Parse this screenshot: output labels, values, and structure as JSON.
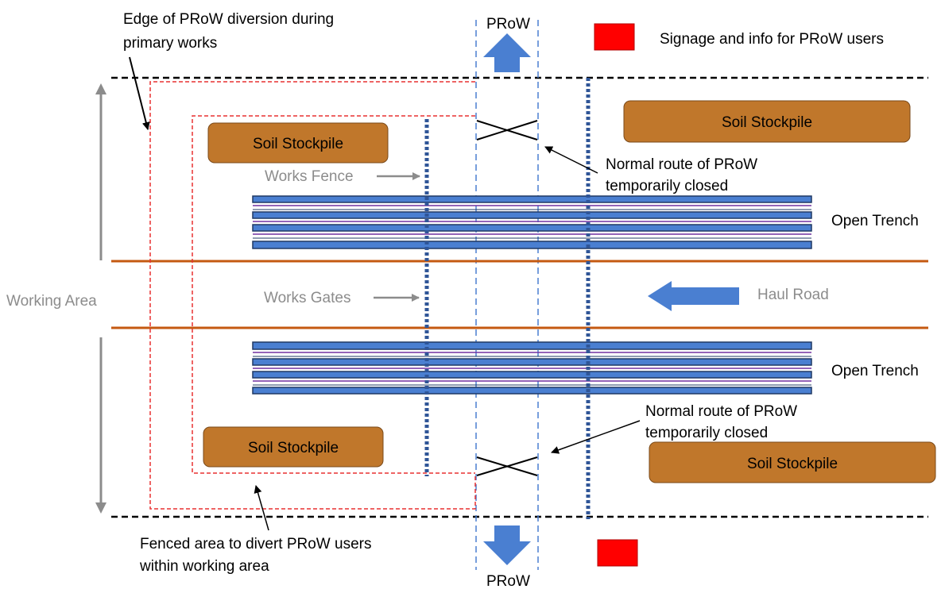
{
  "labels": {
    "diversion_edge_line1": "Edge of PRoW diversion during",
    "diversion_edge_line2": "primary works",
    "prow_top": "PRoW",
    "prow_bottom": "PRoW",
    "legend_signage": "Signage and info for PRoW users",
    "works_fence": "Works Fence",
    "works_gates": "Works Gates",
    "normal_route_top_line1": "Normal route of PRoW",
    "normal_route_top_line2": "temporarily closed",
    "normal_route_bottom_line1": "Normal route of PRoW",
    "normal_route_bottom_line2": "temporarily closed",
    "open_trench_top": "Open Trench",
    "open_trench_bottom": "Open Trench",
    "haul_road": "Haul Road",
    "working_area": "Working Area",
    "fenced_area_line1": "Fenced area to divert PRoW users",
    "fenced_area_line2": "within working area"
  },
  "stockpiles": [
    "Soil Stockpile",
    "Soil Stockpile",
    "Soil Stockpile",
    "Soil Stockpile"
  ],
  "colors": {
    "stockpile_fill": "#c0772b",
    "stockpile_stroke": "#7a4a1a",
    "prow_arrow": "#4a7fd1",
    "signage": "#ff0000",
    "haul_road_line": "#c55a11",
    "fence_blue": "#2f5597",
    "diversion_red": "#e83030",
    "grey_text": "#8c8c8c"
  }
}
